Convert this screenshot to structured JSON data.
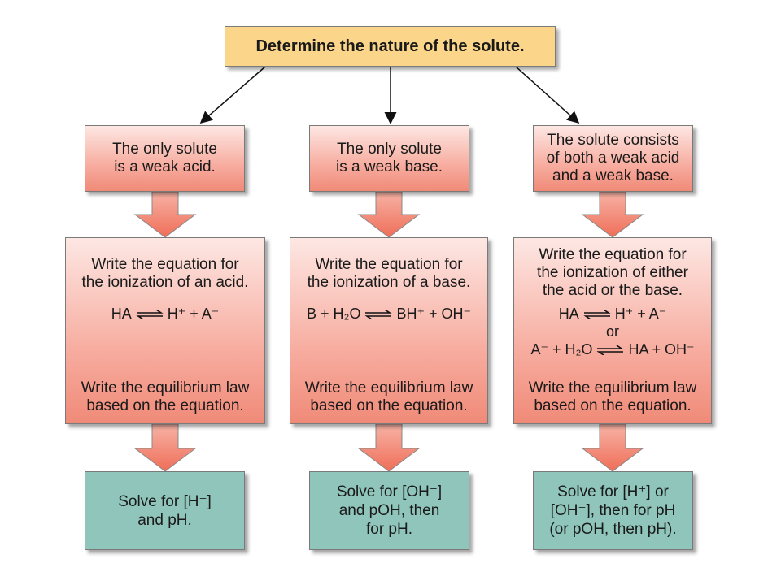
{
  "title": "Determine the nature of the solute.",
  "columns": [
    {
      "case": [
        "The only solute",
        "is a weak acid."
      ],
      "step_text": [
        "Write the equation for",
        "the ionization of an acid."
      ],
      "equation": {
        "left": "HA",
        "right": "H⁺ + A⁻"
      },
      "law_text": [
        "Write the equilibrium law",
        "based on the equation."
      ],
      "solve": [
        "Solve for [H⁺]",
        "and pH."
      ]
    },
    {
      "case": [
        "The only solute",
        "is a weak base."
      ],
      "step_text": [
        "Write the equation for",
        "the ionization of a base."
      ],
      "equation": {
        "left": "B + H₂O",
        "right": "BH⁺ + OH⁻"
      },
      "law_text": [
        "Write the equilibrium law",
        "based on the equation."
      ],
      "solve": [
        "Solve for [OH⁻]",
        "and pOH, then",
        "for pH."
      ]
    },
    {
      "case": [
        "The solute consists",
        "of both a weak acid",
        "and a weak base."
      ],
      "step_text": [
        "Write the equation for",
        "the ionization of either",
        "the acid or the base."
      ],
      "equation": {
        "left": "HA",
        "right": "H⁺ + A⁻"
      },
      "or_text": "or",
      "equation2": {
        "left": "A⁻ + H₂O",
        "right": "HA + OH⁻"
      },
      "law_text": [
        "Write the equilibrium law",
        "based on the equation."
      ],
      "solve": [
        "Solve for [H⁺] or",
        "[OH⁻], then for pH",
        "(or pOH, then pH)."
      ]
    }
  ],
  "colors": {
    "top_box": "#fbd68a",
    "step_boxes": "#f7ada0",
    "solve_boxes": "#8fc5bb",
    "block_arrow": "#f07b66"
  }
}
